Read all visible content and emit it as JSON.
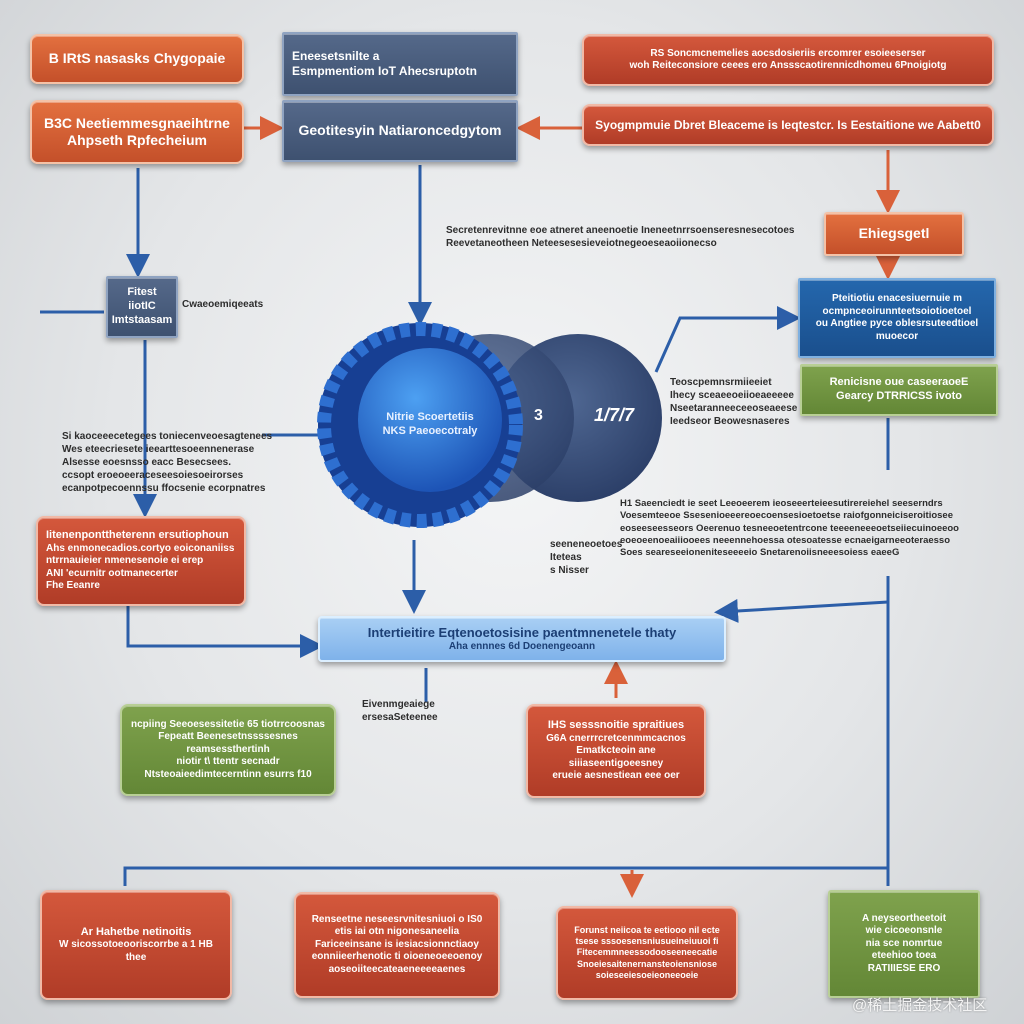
{
  "colors": {
    "orange": "#d9613a",
    "red": "#c24a30",
    "navy": "#4a5d7d",
    "blue": "#1f5b9e",
    "green": "#719443",
    "sky": "#94c2ef",
    "connector": "#2c5ea8"
  },
  "boxes": {
    "top_left_1": "B IRtS nasasks Chygopaie",
    "top_left_2": {
      "l1": "B3C Neetiemmesgnaeihtrne",
      "l2": "Ahpseth Rpfecheium"
    },
    "top_center_1": {
      "l1": "Eneesetsnilte a",
      "l2": "Esmpmentiom IoT Ahecsruptotn"
    },
    "top_center_2": "Geotitesyin Natiaroncedgytom",
    "top_right_1": {
      "l1": "RS Soncmcnemelies aocsdosieriis ercomrer esoieeserser",
      "l2": "woh Reiteconsiore ceees ero Anssscaotirennicdhomeu 6Pnoigiotg"
    },
    "top_right_2": "Syogmpmuie Dbret Bleaceme is Ieqtestcr. Is Eestaitione we Aabett0",
    "right_orange": "Ehiegsgetl",
    "right_blue": {
      "l1": "Pteitiotiu enacesiuernuie m",
      "l2": "ocmpnceoirunnteetsoiotioetoel",
      "l3": "ou Angtiee pyce oblesrsuteedtioel",
      "l4": "muoecor"
    },
    "right_green": {
      "l1": "Renicisne oue caseeraoeE",
      "l2": "Gearcy DTRRICSS ivoto"
    },
    "left_navy": {
      "l1": "Fitest iiotIC",
      "l2": "Imtstaasam"
    },
    "left_red": {
      "l1": "Iitenenponttheterenn ersutiophoun",
      "l2": "Ahs enmonecadios.cortyo eoiconaniiss",
      "l3": "ntrrnauieier nmenesenoie ei erep",
      "l4": "ANI 'ecurnitr ootmanecerter",
      "l5": "Fhe Eeanre"
    },
    "center_sky": {
      "l1": "Intertieitire Eqtenoetosisine paentmnenetele thaty",
      "l2": "Aha ennnes 6d Doenengeoann"
    },
    "left_green": {
      "l1": "ncpiing Seeoesessitetie 65 tiotrrcoosnas",
      "l2": "Fepeatt Beenesetnssssesnes reamsessthertinh",
      "l3": "niotir t\\ ttentr secnadr",
      "l4": "Ntsteoaieedimtecerntinn esurrs f10"
    },
    "center_red": {
      "l1": "IHS sesssnoitie spraitiues",
      "l2": "G6A cnerrrcretcenmmcacnos",
      "l3": "Ematkcteoin ane siiiaseentigoeesney",
      "l4": "erueie aesnestiean eee oer"
    },
    "bottom_1": {
      "l1": "Ar Hahetbe netinoitis",
      "l2": "W sicossotoeooriscorrbe a 1 HB",
      "l3": "thee"
    },
    "bottom_2": {
      "l1": "Renseetne neseesrvnitesniuoi o IS0",
      "l2": "etis iai otn nigonesaneelia",
      "l3": "Fariceeinsane is iesiacsionnctiaoy",
      "l4": "eonniieerhenotic ti oioeneoeeoenoy",
      "l5": "aoseoiiteecateaeneeeeaenes"
    },
    "bottom_3": {
      "l1": "Forunst neiicoa te eetiooo nil ecte",
      "l2": "tsese sssoesensniusueineiuuoi fi",
      "l3": "Fitecemmneessodooseeneecatie",
      "l4": "Snoeiesaitenernansteoiensniose",
      "l5": "soieseeiesoeieoneeoeie"
    },
    "bottom_green": {
      "l1": "A neyseortheetoit",
      "l2": "wie cicoeonsnle",
      "l3": "nia sce nomrtue",
      "l4": "eteehioo toea",
      "l5": "RATIIIESE ERO"
    }
  },
  "circle": {
    "label_1": "Nitrie Scoertetiis",
    "label_2": "NKS Paeoecotraly",
    "number_1": "3",
    "number_2": "1/7/7"
  },
  "notes": {
    "top_mid": {
      "l1": "Secretenrevitnne eoe atneret aneenoetie Ineneetnrrsoenseresnesecotoes",
      "l2": "Reevetaneotheen Neteesesesieveiotnegeoeseaoiionecso"
    },
    "left_navy_side": "Cwaeoemiqeeats",
    "left_mid": {
      "l1": "Si kaoceeecetegees toniecenveoesagtenees",
      "l2": "Wes eteecriesete ieearttesoeennenerase",
      "l3": "Alsesse eoesnsso eacc Besecsees.",
      "l4": "ccsopt eroeoeeraceseesoiesoeirorses",
      "l5": "ecanpotpecoennssu ffocsenie ecorpnatres"
    },
    "right_mid": {
      "l1": "Teoscpemnsrmiieeiet",
      "l2": "Ihecy sceaeeoeiioeaeeeee",
      "l3": "Nseetaranneeceeoseaeese",
      "l4": "Ieedseor Beowesnaseres"
    },
    "right_lower": {
      "l1": "H1 Saeenciedt ie seet Leeoeerem ieoseeerteieesutirereiehel seeserndrs",
      "l2": "Voesemteeoe Ssesenioeeereoecoensesioetoetse raiofgonneiciseroitiosee",
      "l3": "eoseeseesseors Oeerenuo tesneeoetentrcone teeeeneeeoetseiiecuinoeeoo",
      "l4": "eoeoeenoeaiiiooees neeennehoessa otesoatesse ecnaeigarneeoteraesso",
      "l5": "Soes seareseeioneniteseeeeio Snetarenoiisneeesoiess eaeeG"
    },
    "center_left_small": {
      "l1": "seeneneoetoes",
      "l2": "Iteteas",
      "l3": "s Nisser"
    },
    "center_below_sky": {
      "l1": "Eivenmgeaiege",
      "l2": "ersesaSeteenee"
    }
  },
  "watermark": "@稀土掘金技术社区"
}
